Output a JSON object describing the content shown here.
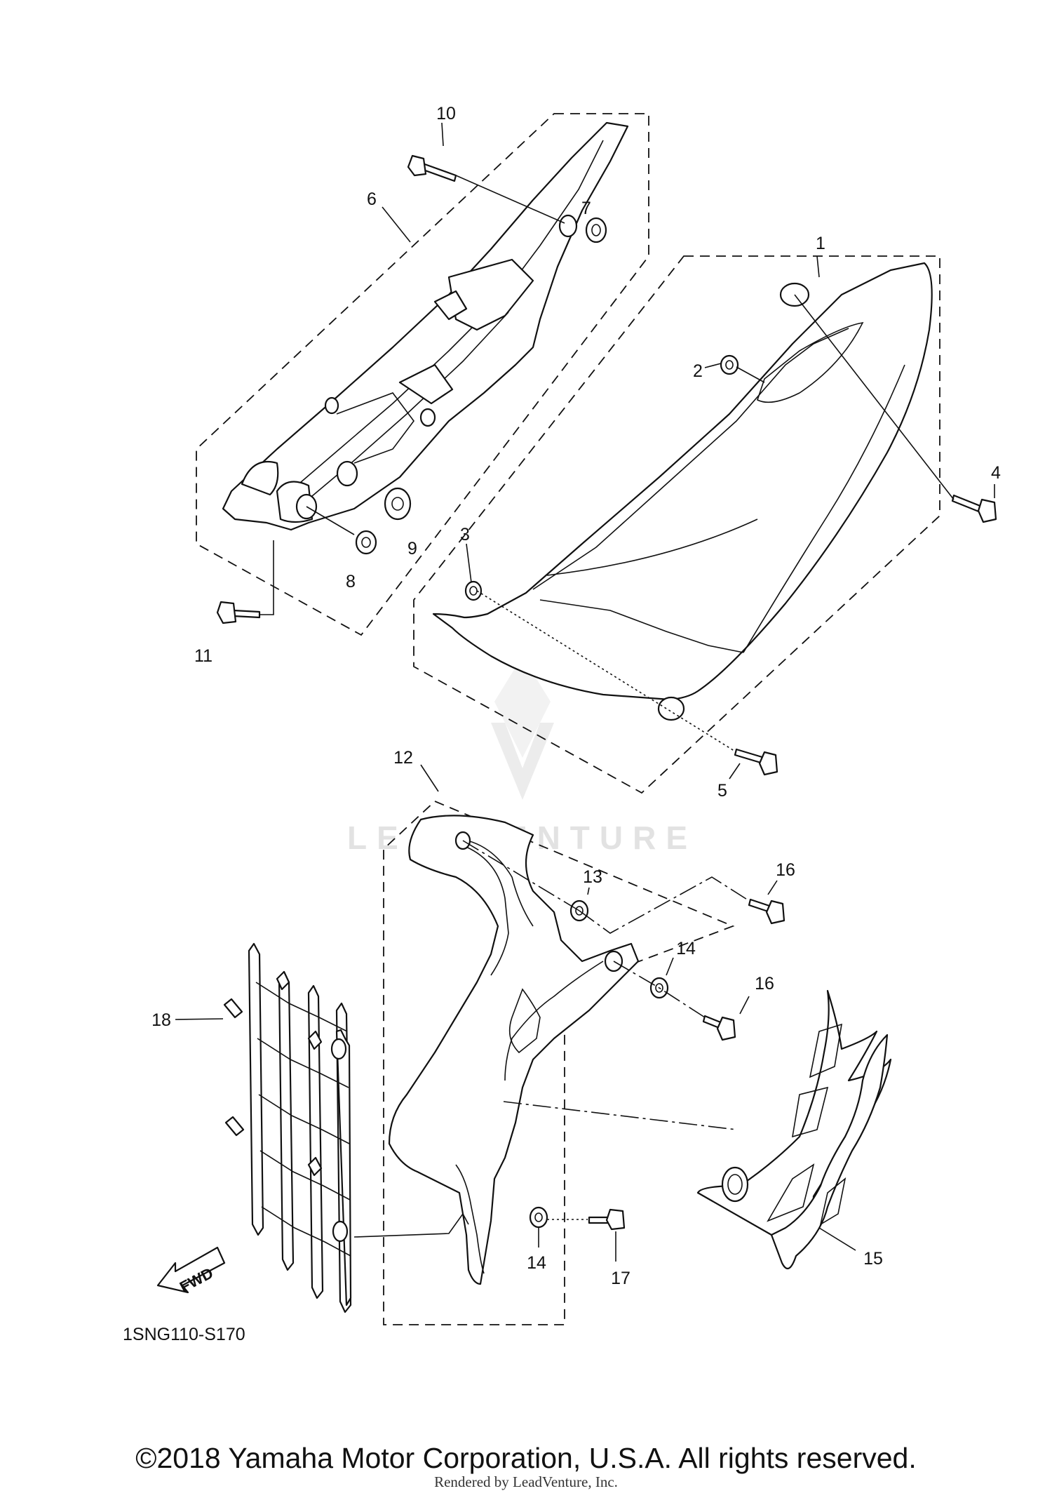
{
  "diagram": {
    "code": "1SNG110-S170",
    "fwd_label": "FWD",
    "callouts": [
      {
        "id": "c1",
        "text": "1"
      },
      {
        "id": "c2",
        "text": "2"
      },
      {
        "id": "c3",
        "text": "3"
      },
      {
        "id": "c4",
        "text": "4"
      },
      {
        "id": "c5",
        "text": "5"
      },
      {
        "id": "c6",
        "text": "6"
      },
      {
        "id": "c7",
        "text": "7"
      },
      {
        "id": "c8",
        "text": "8"
      },
      {
        "id": "c9",
        "text": "9"
      },
      {
        "id": "c10",
        "text": "10"
      },
      {
        "id": "c11",
        "text": "11"
      },
      {
        "id": "c12",
        "text": "12"
      },
      {
        "id": "c13",
        "text": "13"
      },
      {
        "id": "c14a",
        "text": "14"
      },
      {
        "id": "c14b",
        "text": "14"
      },
      {
        "id": "c15",
        "text": "15"
      },
      {
        "id": "c16a",
        "text": "16"
      },
      {
        "id": "c16b",
        "text": "16"
      },
      {
        "id": "c17",
        "text": "17"
      },
      {
        "id": "c18",
        "text": "18"
      }
    ]
  },
  "watermark": {
    "text": "LEADVENTURE"
  },
  "footer": {
    "copyright": "©2018 Yamaha Motor Corporation, U.S.A. All rights reserved.",
    "rendered_by": "Rendered by LeadVenture, Inc."
  }
}
